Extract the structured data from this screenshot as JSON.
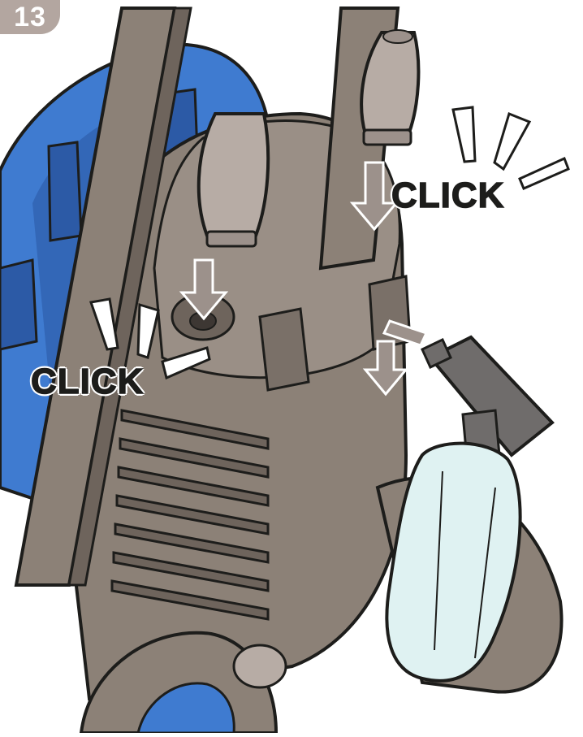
{
  "step": {
    "number": "13"
  },
  "labels": {
    "click_left": "CLICK",
    "click_right": "CLICK"
  },
  "colors": {
    "body": "#8c8177",
    "body_dark": "#6e645c",
    "blue": "#3f7bd0",
    "blue_dark": "#2c5aa6",
    "nozzle": "#b7aca5",
    "foam_head": "#6f6c6b",
    "bottle": "#dff2f2",
    "arrow": "#9c918b",
    "badge": "#b3a6a0",
    "outline": "#1d1d1b"
  },
  "icons": [
    "nozzle-icon",
    "foam-bottle-icon",
    "insert-arrow-icon",
    "click-burst-icon",
    "wheel-icon"
  ]
}
